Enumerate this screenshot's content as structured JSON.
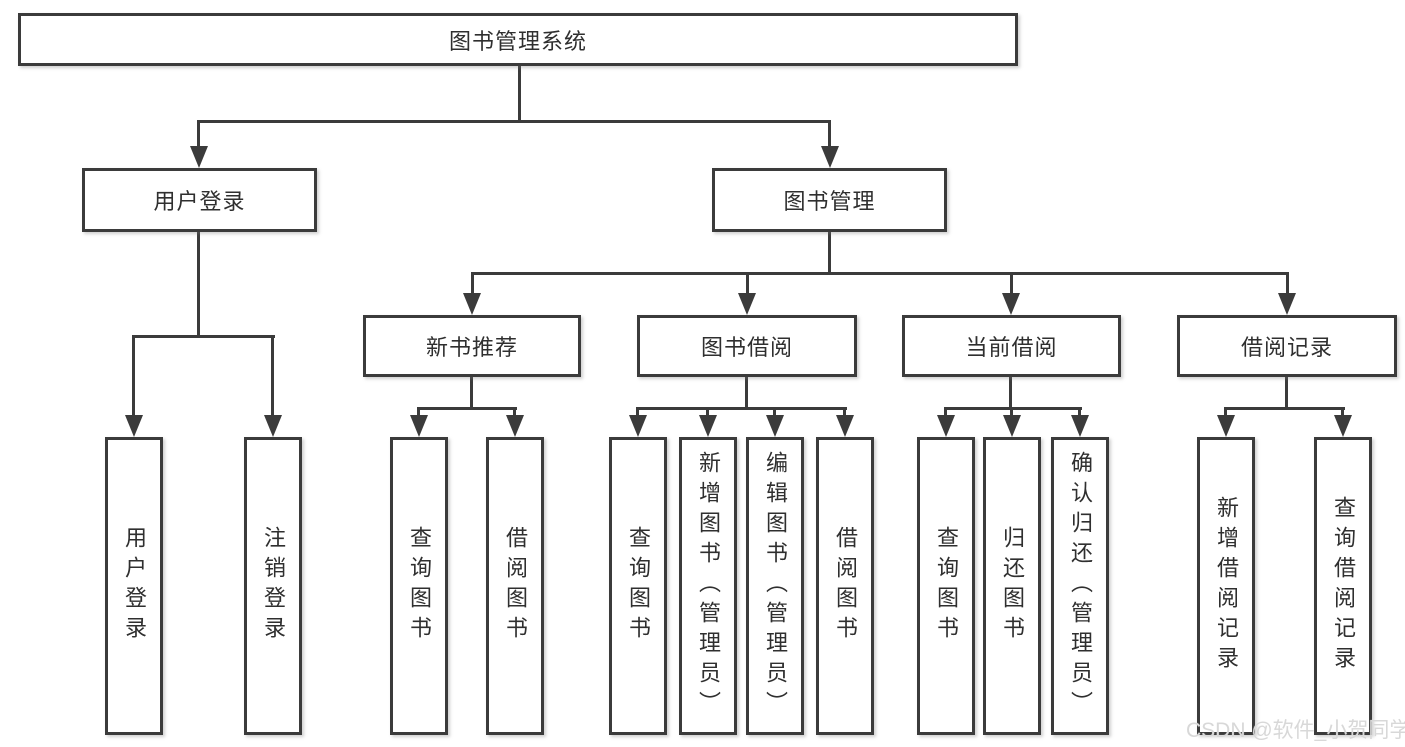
{
  "tree": {
    "root": "图书管理系统",
    "branches": [
      {
        "label": "用户登录",
        "leaves": [
          "用户登录",
          "注销登录"
        ]
      },
      {
        "label": "图书管理",
        "groups": [
          {
            "label": "新书推荐",
            "leaves": [
              "查询图书",
              "借阅图书"
            ]
          },
          {
            "label": "图书借阅",
            "leaves": [
              "查询图书",
              "新增图书（管理员）",
              "编辑图书（管理员）",
              "借阅图书"
            ]
          },
          {
            "label": "当前借阅",
            "leaves": [
              "查询图书",
              "归还图书",
              "确认归还（管理员）"
            ]
          },
          {
            "label": "借阅记录",
            "leaves": [
              "新增借阅记录",
              "查询借阅记录"
            ]
          }
        ]
      }
    ]
  },
  "watermark": "CSDN @软件_小贺同学",
  "colors": {
    "line": "#3b3b3b",
    "text": "#2f2f2f",
    "watermark": "#d8d8d8",
    "background": "#ffffff"
  }
}
